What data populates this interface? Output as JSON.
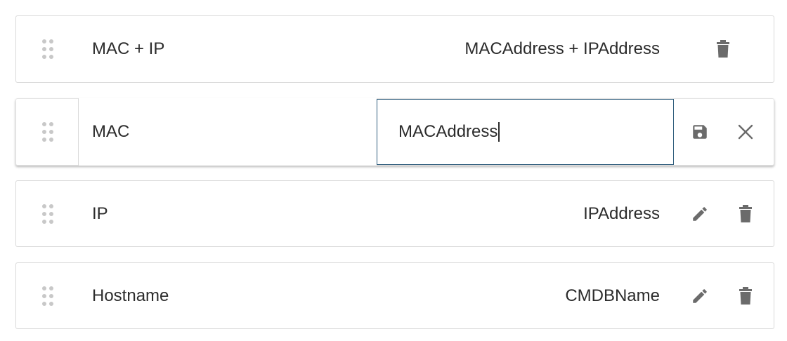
{
  "rows": [
    {
      "name": "MAC + IP",
      "value": "MACAddress + IPAddress",
      "actions": [
        "delete-icon"
      ]
    },
    {
      "name": "MAC",
      "value": "MACAddress",
      "editing": true,
      "actions": [
        "save-icon",
        "close-icon"
      ]
    },
    {
      "name": "IP",
      "value": "IPAddress",
      "actions": [
        "pencil-icon",
        "delete-icon"
      ]
    },
    {
      "name": "Hostname",
      "value": "CMDBName",
      "actions": [
        "pencil-icon",
        "delete-icon"
      ]
    }
  ],
  "colors": {
    "icon": "#6b6b6b",
    "drag_handle": "#c8c8c8",
    "border": "#d9d9d9",
    "focus_border": "#2f5d7c",
    "text": "#2c2c2c"
  }
}
